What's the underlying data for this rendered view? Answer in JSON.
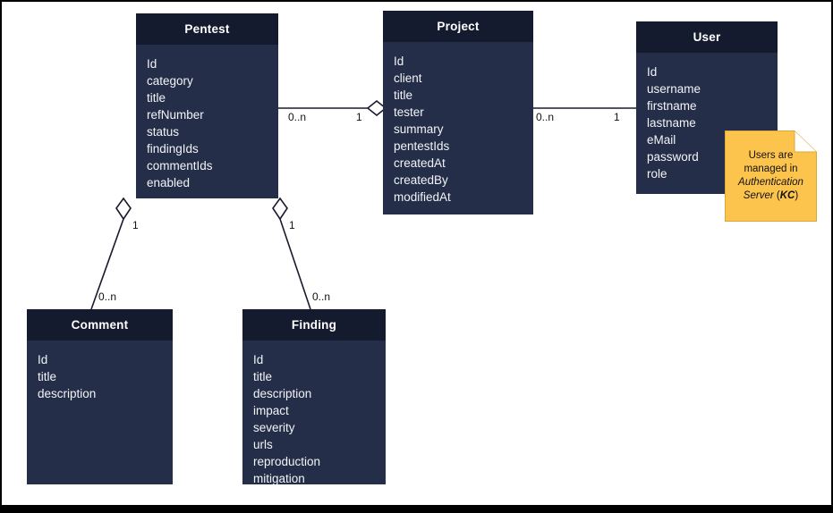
{
  "diagram": {
    "type": "uml-class-diagram",
    "background": "#ffffff",
    "frame_color": "#000000",
    "class_header_color": "#141b2e",
    "class_body_color": "#252e48",
    "class_text_color": "#ffffff",
    "note_color": "#fcc44d",
    "line_color": "#1a1a2e"
  },
  "classes": [
    {
      "id": "pentest",
      "name": "Pentest",
      "attributes": [
        "Id",
        "category",
        "title",
        "refNumber",
        "status",
        "findingIds",
        "commentIds",
        "enabled"
      ]
    },
    {
      "id": "project",
      "name": "Project",
      "attributes": [
        "Id",
        "client",
        "title",
        "tester",
        "summary",
        "pentestIds",
        "createdAt",
        "createdBy",
        "modifiedAt"
      ]
    },
    {
      "id": "user",
      "name": "User",
      "attributes": [
        "Id",
        "username",
        "firstname",
        "lastname",
        "eMail",
        "password",
        "role"
      ]
    },
    {
      "id": "comment",
      "name": "Comment",
      "attributes": [
        "Id",
        "title",
        "description"
      ]
    },
    {
      "id": "finding",
      "name": "Finding",
      "attributes": [
        "Id",
        "title",
        "description",
        "impact",
        "severity",
        "urls",
        "reproduction",
        "mitigation"
      ]
    }
  ],
  "associations": [
    {
      "id": "pentest-project",
      "from": "pentest",
      "to": "project",
      "from_multiplicity": "0..n",
      "to_multiplicity": "1",
      "marker": "hollow-diamond-at-target"
    },
    {
      "id": "project-user",
      "from": "project",
      "to": "user",
      "from_multiplicity": "0..n",
      "to_multiplicity": "1",
      "marker": "none"
    },
    {
      "id": "pentest-comment",
      "from": "comment",
      "to": "pentest",
      "from_multiplicity": "0..n",
      "to_multiplicity": "1",
      "marker": "hollow-diamond-at-target"
    },
    {
      "id": "pentest-finding",
      "from": "finding",
      "to": "pentest",
      "from_multiplicity": "0..n",
      "to_multiplicity": "1",
      "marker": "hollow-diamond-at-target"
    }
  ],
  "note": {
    "line1": "Users are",
    "line2": "managed in",
    "line3_italic": "Authentication",
    "line4_italic": "Server",
    "line4_paren_open": " (",
    "line4_bold": "KC",
    "line4_paren_close": ")"
  }
}
